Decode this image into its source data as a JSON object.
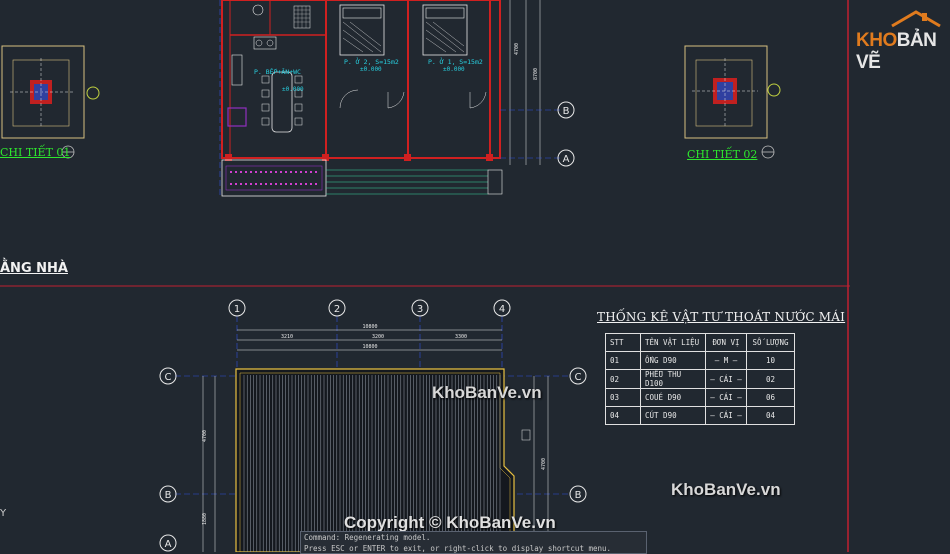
{
  "drawing": {
    "section_title": "ẰNG NHÀ",
    "detail_01_label": "CHI TIẾT 01",
    "detail_02_label": "CHI TIẾT 02",
    "grid_axes_top": [
      "1",
      "2",
      "3",
      "4"
    ],
    "grid_axes_side": [
      "C",
      "B",
      "A"
    ],
    "rooms": [
      {
        "name": "P. BẾP+ĂN+WC",
        "elev": "±0.000"
      },
      {
        "name": "P. Ở 2, S=15m2",
        "elev": "±0.000"
      },
      {
        "name": "P. Ở 1, S=15m2",
        "elev": "±0.000"
      }
    ],
    "dims": {
      "total_top": "10800",
      "total_bottom": "10800",
      "span_1": "3210",
      "span_2": "3200",
      "span_3": "3300",
      "side_1": "4700",
      "side_2": "4700",
      "side_3": "8700",
      "side_4": "4700",
      "side_5": "1880"
    }
  },
  "material_table": {
    "title": "THỐNG KÊ VẬT TƯ THOÁT NƯỚC MÁI",
    "headers": [
      "STT",
      "TÊN VẬT LIỆU",
      "ĐƠN VỊ",
      "SỐ LƯỢNG"
    ],
    "rows": [
      [
        "01",
        "ỐNG D90",
        "– M –",
        "10"
      ],
      [
        "02",
        "PHỄU THU D100",
        "– CÁI –",
        "02"
      ],
      [
        "03",
        "COUÉ D90",
        "– CÁI –",
        "06"
      ],
      [
        "04",
        "CÚT D90",
        "– CÁI –",
        "04"
      ]
    ]
  },
  "watermarks": {
    "center": "KhoBanVe.vn",
    "right": "KhoBanVe.vn",
    "copyright": "Copyright © KhoBanVe.vn",
    "logo_part1": "KHO",
    "logo_part2": "BẢN VẼ"
  },
  "command_line": {
    "line1": "Command: Regenerating model.",
    "line2": "Press ESC or ENTER to exit, or right-click to display shortcut menu."
  },
  "colors": {
    "background": "#212830",
    "wall_red": "#d02020",
    "axis_white": "#e8e8e8",
    "room_cyan": "#28d0e0",
    "detail_green": "#2ee62e",
    "roof_yellow": "#e8c040"
  }
}
